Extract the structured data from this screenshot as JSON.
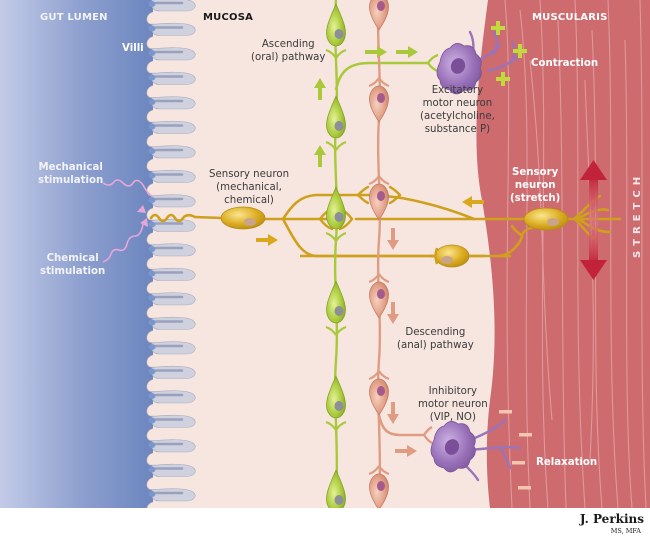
{
  "diagram": {
    "title": "Enteric nervous system peristaltic reflex",
    "regions": {
      "lumen": "GUT LUMEN",
      "mucosa": "MUCOSA",
      "muscularis": "MUSCULARIS"
    },
    "labels": {
      "villi": "Villi",
      "mechanical_stim": "Mechanical\nstimulation",
      "chemical_stim": "Chemical\nstimulation",
      "sensory_mucosal": "Sensory neuron\n(mechanical,\nchemical)",
      "ascending": "Ascending\n(oral) pathway",
      "excitatory": "Excitatory\nmotor neuron\n(acetylcholine,\nsubstance P)",
      "contraction": "Contraction",
      "sensory_stretch": "Sensory\nneuron\n(stretch)",
      "stretch": "STRETCH",
      "descending": "Descending\n(anal) pathway",
      "inhibitory": "Inhibitory\nmotor neuron\n(VIP, NO)",
      "relaxation": "Relaxation"
    },
    "symbols": {
      "excitatory_sign": "+",
      "inhibitory_sign": "−"
    },
    "signature": {
      "name": "J. Perkins",
      "credentials": "MS, MFA"
    },
    "colors": {
      "lumen_dark": "#6f88c0",
      "lumen_light": "#c3cbe8",
      "mucosa": "#f6e6df",
      "muscularis": "#cd6b6f",
      "muscle_fiber": "#e3a2a3",
      "sensory_neuron": "#d9a81e",
      "ascending_neuron": "#a9c83a",
      "descending_neuron": "#df9c83",
      "motor_neuron": "#9b73b8",
      "stretch_arrow": "#c2223a",
      "stim_arrow": "#e6a6d8",
      "plus_sign": "#c3da3e",
      "minus_sign": "#f2c6b0"
    }
  }
}
